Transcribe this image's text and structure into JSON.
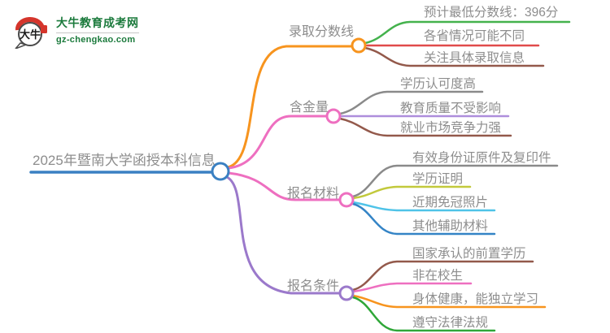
{
  "logo": {
    "title": "大牛教育成考网",
    "url": "gz-chengkao.com",
    "icon_text": "大牛",
    "title_color": "#1b7a3c",
    "icon_red": "#d5352c",
    "icon_outline": "#4a4a4a"
  },
  "text_color": "#8d8d8d",
  "root": {
    "label": "2025年暨南大学函授本科信息",
    "color": "#3a80c2"
  },
  "branches": [
    {
      "label": "录取分数线",
      "color": "#f7941e",
      "children": [
        {
          "label": "预计最低分数线：396分",
          "color": "#44b24d"
        },
        {
          "label": "各省情况可能不同",
          "color": "#e04b4b"
        },
        {
          "label": "关注具体录取信息",
          "color": "#93594b"
        }
      ]
    },
    {
      "label": "含金量",
      "color": "#ee6fc0",
      "children": [
        {
          "label": "学历认可度高",
          "color": "#8a8a8a"
        },
        {
          "label": "教育质量不受影响",
          "color": "#ae8edc"
        },
        {
          "label": "就业市场竞争力强",
          "color": "#93594b"
        }
      ]
    },
    {
      "label": "报名材料",
      "color": "#ee6fc0",
      "children": [
        {
          "label": "有效身份证原件及复印件",
          "color": "#8a8a8a"
        },
        {
          "label": "学历证明",
          "color": "#c2c93c"
        },
        {
          "label": "近期免冠照片",
          "color": "#4fc3e8"
        },
        {
          "label": "其他辅助材料",
          "color": "#3484c6"
        }
      ]
    },
    {
      "label": "报名条件",
      "color": "#9b79cb",
      "children": [
        {
          "label": "国家承认的前置学历",
          "color": "#93594b"
        },
        {
          "label": "非在校生",
          "color": "#ee6fc0"
        },
        {
          "label": "身体健康，能独立学习",
          "color": "#f7941e"
        },
        {
          "label": "遵守法律法规",
          "color": "#2fa738"
        }
      ]
    }
  ]
}
